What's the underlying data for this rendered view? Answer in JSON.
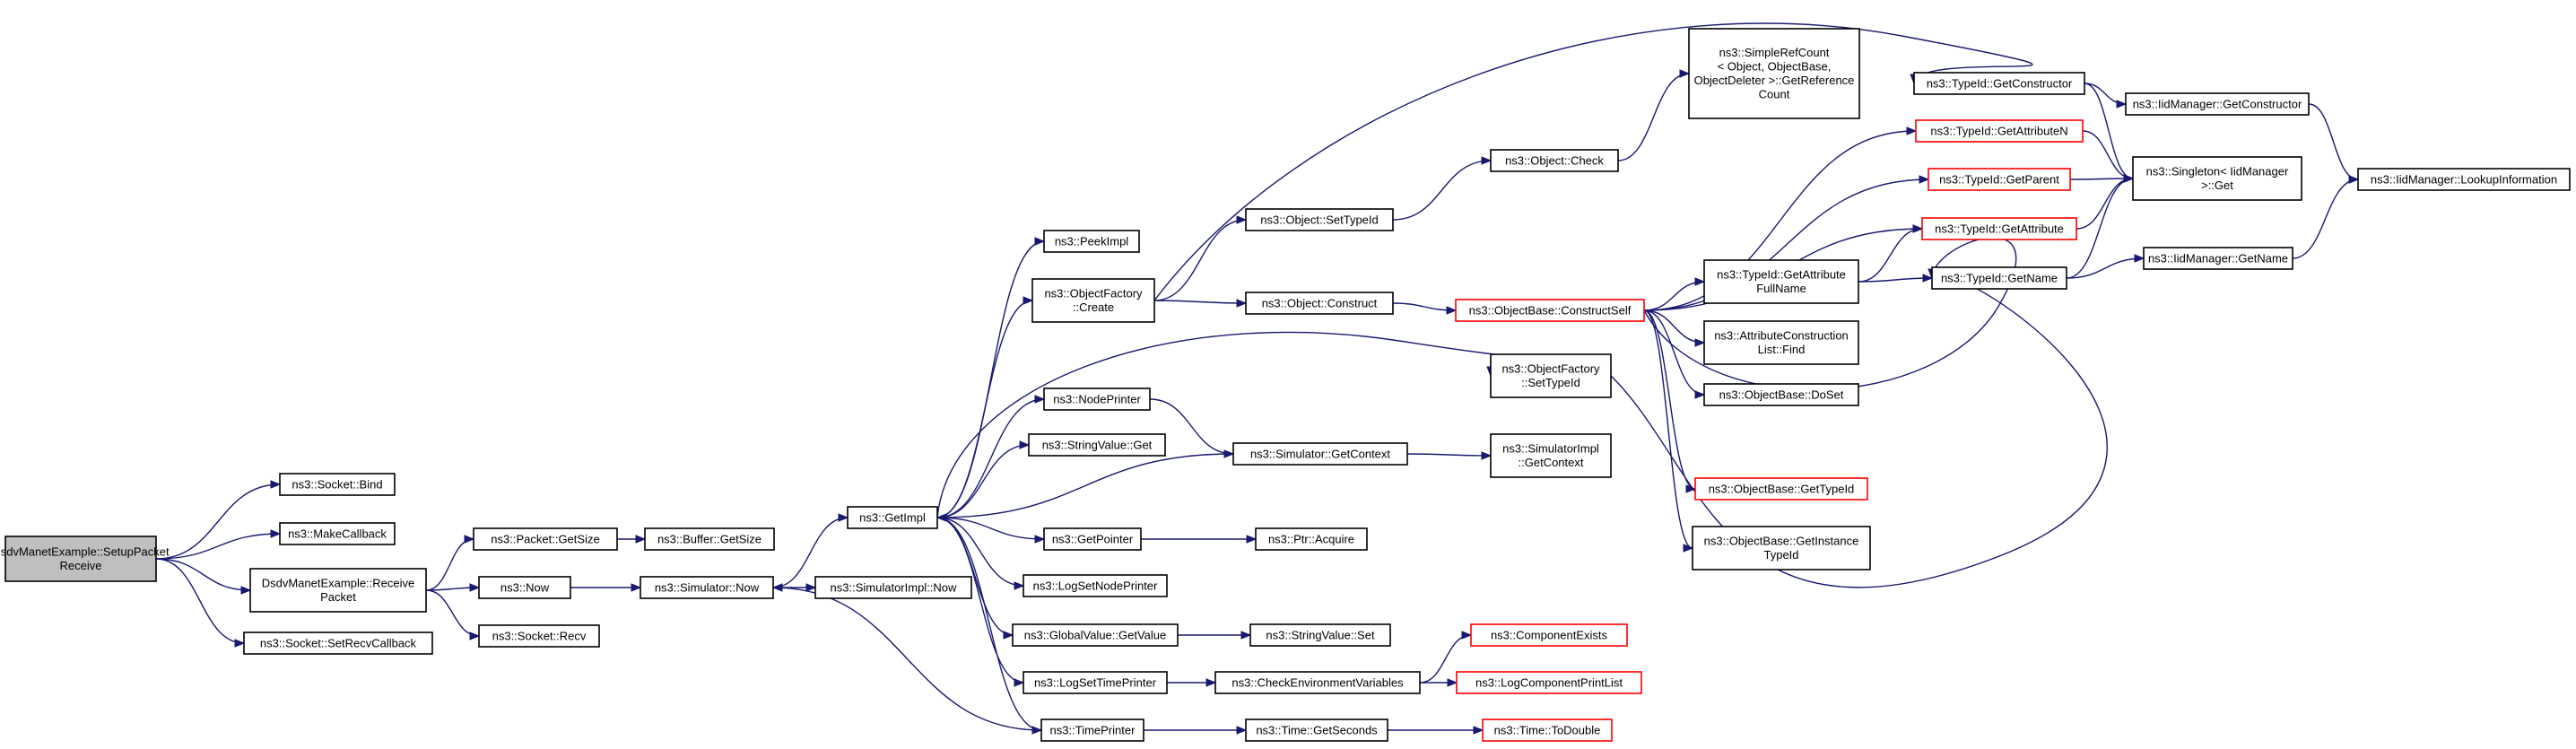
{
  "colors": {
    "edge": "#191970",
    "node_border": "#000000",
    "truncated_border": "#ff0000",
    "root_fill": "#bfbfbf",
    "node_fill": "#ffffff"
  },
  "nodes": [
    {
      "id": "root",
      "lines": [
        "DsdvManetExample::SetupPacket",
        "Receive"
      ],
      "root": true
    },
    {
      "id": "socket_bind",
      "lines": [
        "ns3::Socket::Bind"
      ]
    },
    {
      "id": "makecallback",
      "lines": [
        "ns3::MakeCallback"
      ]
    },
    {
      "id": "receive_packet",
      "lines": [
        "DsdvManetExample::Receive",
        "Packet"
      ]
    },
    {
      "id": "setrecvcallback",
      "lines": [
        "ns3::Socket::SetRecvCallback"
      ]
    },
    {
      "id": "packet_getsize",
      "lines": [
        "ns3::Packet::GetSize"
      ]
    },
    {
      "id": "now",
      "lines": [
        "ns3::Now"
      ]
    },
    {
      "id": "socket_recv",
      "lines": [
        "ns3::Socket::Recv"
      ]
    },
    {
      "id": "buffer_getsize",
      "lines": [
        "ns3::Buffer::GetSize"
      ]
    },
    {
      "id": "sim_now",
      "lines": [
        "ns3::Simulator::Now"
      ]
    },
    {
      "id": "getimpl",
      "lines": [
        "ns3::GetImpl"
      ]
    },
    {
      "id": "simimpl_now",
      "lines": [
        "ns3::SimulatorImpl::Now"
      ]
    },
    {
      "id": "peekimpl",
      "lines": [
        "ns3::PeekImpl"
      ]
    },
    {
      "id": "objfactory_create",
      "lines": [
        "ns3::ObjectFactory",
        "::Create"
      ]
    },
    {
      "id": "nodeprinter",
      "lines": [
        "ns3::NodePrinter"
      ]
    },
    {
      "id": "stringvalue_get",
      "lines": [
        "ns3::StringValue::Get"
      ]
    },
    {
      "id": "getpointer",
      "lines": [
        "ns3::GetPointer"
      ]
    },
    {
      "id": "logsetnodeprinter",
      "lines": [
        "ns3::LogSetNodePrinter"
      ]
    },
    {
      "id": "globalvalue_getvalue",
      "lines": [
        "ns3::GlobalValue::GetValue"
      ]
    },
    {
      "id": "logsettimeprinter",
      "lines": [
        "ns3::LogSetTimePrinter"
      ]
    },
    {
      "id": "timeprinter",
      "lines": [
        "ns3::TimePrinter"
      ]
    },
    {
      "id": "object_settypeid",
      "lines": [
        "ns3::Object::SetTypeId"
      ]
    },
    {
      "id": "object_construct",
      "lines": [
        "ns3::Object::Construct"
      ]
    },
    {
      "id": "sim_getcontext",
      "lines": [
        "ns3::Simulator::GetContext"
      ]
    },
    {
      "id": "ptr_acquire",
      "lines": [
        "ns3::Ptr::Acquire"
      ]
    },
    {
      "id": "stringvalue_set",
      "lines": [
        "ns3::StringValue::Set"
      ]
    },
    {
      "id": "checkenv",
      "lines": [
        "ns3::CheckEnvironmentVariables"
      ]
    },
    {
      "id": "time_getseconds",
      "lines": [
        "ns3::Time::GetSeconds"
      ]
    },
    {
      "id": "object_check",
      "lines": [
        "ns3::Object::Check"
      ]
    },
    {
      "id": "simplerefcount",
      "lines": [
        "ns3::SimpleRefCount",
        "< Object, ObjectBase,",
        "ObjectDeleter >::GetReference",
        "Count"
      ]
    },
    {
      "id": "constructself",
      "lines": [
        "ns3::ObjectBase::ConstructSelf"
      ],
      "truncated": true
    },
    {
      "id": "objfactory_settypeid",
      "lines": [
        "ns3::ObjectFactory",
        "::SetTypeId"
      ]
    },
    {
      "id": "simimpl_getcontext",
      "lines": [
        "ns3::SimulatorImpl",
        "::GetContext"
      ]
    },
    {
      "id": "componentexists",
      "lines": [
        "ns3::ComponentExists"
      ],
      "truncated": true
    },
    {
      "id": "logcomponentprintlist",
      "lines": [
        "ns3::LogComponentPrintList"
      ],
      "truncated": true
    },
    {
      "id": "time_todouble",
      "lines": [
        "ns3::Time::ToDouble"
      ],
      "truncated": true
    },
    {
      "id": "typeid_getattrfullname",
      "lines": [
        "ns3::TypeId::GetAttribute",
        "FullName"
      ]
    },
    {
      "id": "attrconstructionlist_find",
      "lines": [
        "ns3::AttributeConstruction",
        "List::Find"
      ]
    },
    {
      "id": "objectbase_doset",
      "lines": [
        "ns3::ObjectBase::DoSet"
      ]
    },
    {
      "id": "objectbase_gettypeid",
      "lines": [
        "ns3::ObjectBase::GetTypeId"
      ],
      "truncated": true
    },
    {
      "id": "objectbase_getinstancetypeid",
      "lines": [
        "ns3::ObjectBase::GetInstance",
        "TypeId"
      ]
    },
    {
      "id": "typeid_getconstructor",
      "lines": [
        "ns3::TypeId::GetConstructor"
      ]
    },
    {
      "id": "typeid_getattributen",
      "lines": [
        "ns3::TypeId::GetAttributeN"
      ],
      "truncated": true
    },
    {
      "id": "typeid_getparent",
      "lines": [
        "ns3::TypeId::GetParent"
      ],
      "truncated": true
    },
    {
      "id": "typeid_getattribute",
      "lines": [
        "ns3::TypeId::GetAttribute"
      ],
      "truncated": true
    },
    {
      "id": "typeid_getname",
      "lines": [
        "ns3::TypeId::GetName"
      ]
    },
    {
      "id": "iidmanager_getconstructor",
      "lines": [
        "ns3::IidManager::GetConstructor"
      ]
    },
    {
      "id": "singleton_get",
      "lines": [
        "ns3::Singleton< IidManager",
        ">::Get"
      ]
    },
    {
      "id": "iidmanager_getname",
      "lines": [
        "ns3::IidManager::GetName"
      ]
    },
    {
      "id": "iidmanager_lookupinformation",
      "lines": [
        "ns3::IidManager::LookupInformation"
      ]
    }
  ],
  "edges": [
    [
      "root",
      "socket_bind"
    ],
    [
      "root",
      "makecallback"
    ],
    [
      "root",
      "receive_packet"
    ],
    [
      "root",
      "setrecvcallback"
    ],
    [
      "receive_packet",
      "packet_getsize"
    ],
    [
      "receive_packet",
      "now"
    ],
    [
      "receive_packet",
      "socket_recv"
    ],
    [
      "packet_getsize",
      "buffer_getsize"
    ],
    [
      "now",
      "sim_now"
    ],
    [
      "sim_now",
      "getimpl"
    ],
    [
      "sim_now",
      "simimpl_now"
    ],
    [
      "getimpl",
      "peekimpl"
    ],
    [
      "getimpl",
      "objfactory_create"
    ],
    [
      "getimpl",
      "nodeprinter"
    ],
    [
      "getimpl",
      "stringvalue_get"
    ],
    [
      "getimpl",
      "getpointer"
    ],
    [
      "getimpl",
      "logsetnodeprinter"
    ],
    [
      "getimpl",
      "globalvalue_getvalue"
    ],
    [
      "getimpl",
      "logsettimeprinter"
    ],
    [
      "getimpl",
      "timeprinter"
    ],
    [
      "getimpl",
      "objfactory_settypeid"
    ],
    [
      "objfactory_create",
      "object_settypeid"
    ],
    [
      "objfactory_create",
      "object_construct"
    ],
    [
      "objfactory_create",
      "typeid_getconstructor"
    ],
    [
      "nodeprinter",
      "sim_getcontext"
    ],
    [
      "sim_getcontext",
      "getimpl"
    ],
    [
      "sim_getcontext",
      "simimpl_getcontext"
    ],
    [
      "getpointer",
      "ptr_acquire"
    ],
    [
      "globalvalue_getvalue",
      "stringvalue_set"
    ],
    [
      "logsettimeprinter",
      "checkenv"
    ],
    [
      "checkenv",
      "componentexists"
    ],
    [
      "checkenv",
      "logcomponentprintlist"
    ],
    [
      "timeprinter",
      "time_getseconds"
    ],
    [
      "timeprinter",
      "sim_now"
    ],
    [
      "time_getseconds",
      "time_todouble"
    ],
    [
      "object_settypeid",
      "object_check"
    ],
    [
      "object_check",
      "simplerefcount"
    ],
    [
      "object_construct",
      "constructself"
    ],
    [
      "constructself",
      "typeid_getattributen"
    ],
    [
      "constructself",
      "typeid_getparent"
    ],
    [
      "constructself",
      "typeid_getattribute"
    ],
    [
      "constructself",
      "typeid_getattrfullname"
    ],
    [
      "constructself",
      "attrconstructionlist_find"
    ],
    [
      "constructself",
      "objectbase_doset"
    ],
    [
      "constructself",
      "typeid_getname"
    ],
    [
      "constructself",
      "objectbase_gettypeid"
    ],
    [
      "constructself",
      "objectbase_getinstancetypeid"
    ],
    [
      "objfactory_settypeid",
      "typeid_getname"
    ],
    [
      "typeid_getattrfullname",
      "typeid_getattribute"
    ],
    [
      "typeid_getattrfullname",
      "typeid_getname"
    ],
    [
      "typeid_getconstructor",
      "iidmanager_getconstructor"
    ],
    [
      "typeid_getconstructor",
      "singleton_get"
    ],
    [
      "typeid_getattributen",
      "singleton_get"
    ],
    [
      "typeid_getparent",
      "singleton_get"
    ],
    [
      "typeid_getattribute",
      "singleton_get"
    ],
    [
      "typeid_getname",
      "singleton_get"
    ],
    [
      "typeid_getname",
      "iidmanager_getname"
    ],
    [
      "iidmanager_getconstructor",
      "iidmanager_lookupinformation"
    ],
    [
      "iidmanager_getname",
      "iidmanager_lookupinformation"
    ]
  ]
}
